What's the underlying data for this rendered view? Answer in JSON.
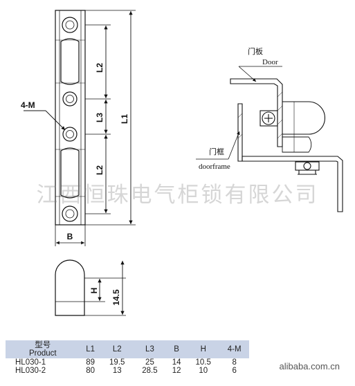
{
  "drawing": {
    "labels": {
      "hole_spec": "4-M",
      "l1": "L1",
      "l2_top": "L2",
      "l2_bottom": "L2",
      "l3": "L3",
      "width": "B",
      "h": "H",
      "h_total": "14.5",
      "door_cn": "门板",
      "door_en": "Door",
      "frame_cn": "门框",
      "frame_en": "doorframe"
    }
  },
  "watermark": "江西恒珠电气柜锁有限公司",
  "site": "alibaba.com.cn",
  "table": {
    "header_cn": "型号",
    "header_en": "Product",
    "columns": [
      "L1",
      "L2",
      "L3",
      "B",
      "H",
      "4-M"
    ],
    "rows": [
      {
        "product": "HL030-1",
        "values": [
          "89",
          "19.5",
          "25",
          "14",
          "10.5",
          "8"
        ]
      },
      {
        "product": "HL030-2",
        "values": [
          "80",
          "13",
          "28.5",
          "12",
          "10",
          "6"
        ]
      }
    ]
  }
}
